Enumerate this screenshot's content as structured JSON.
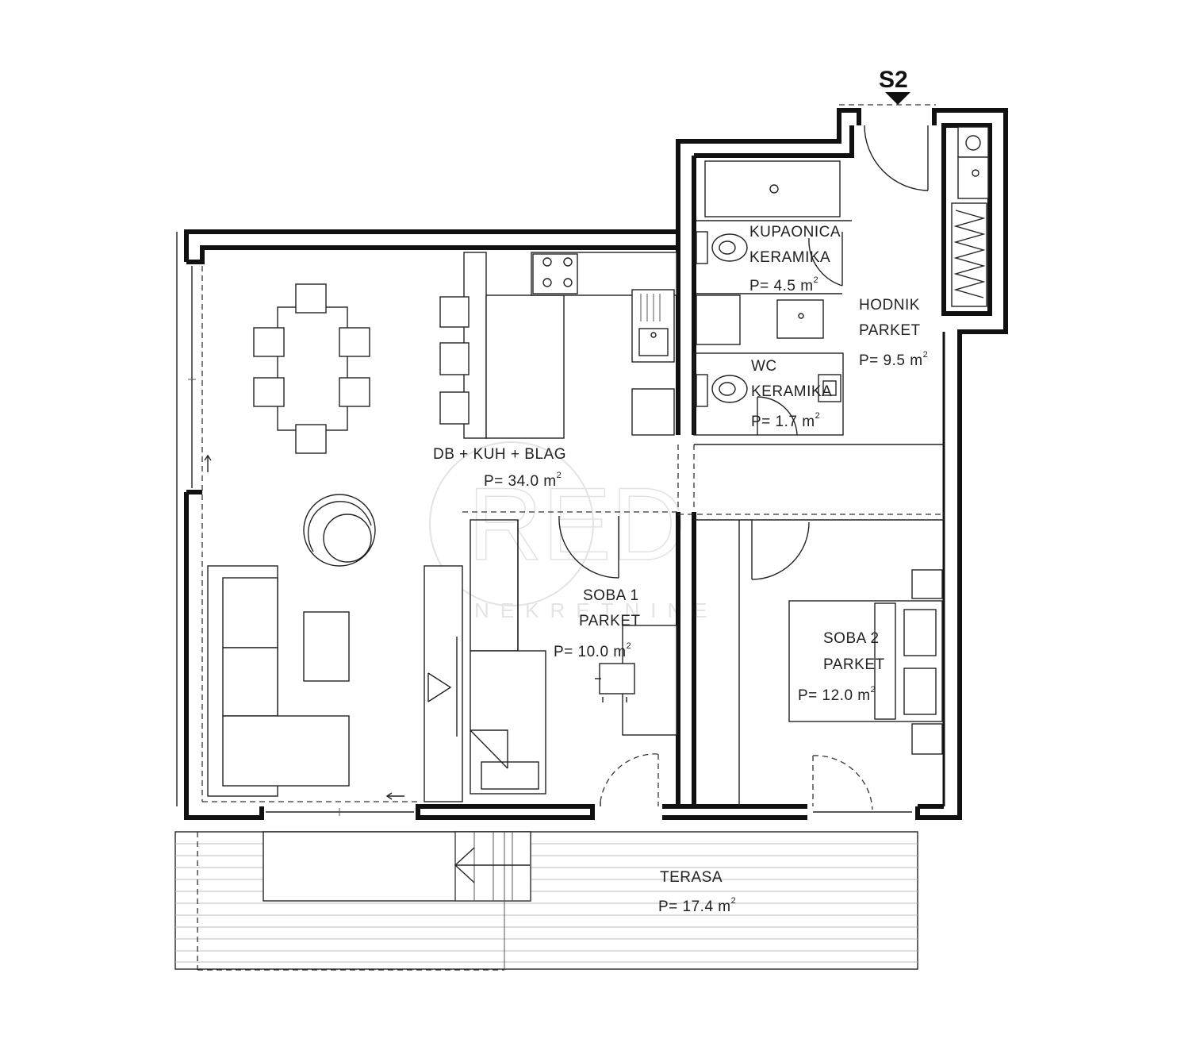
{
  "section_marker": "S2",
  "watermark": {
    "logo": "RED",
    "sub": "NEKRETNINE"
  },
  "rooms": [
    {
      "id": "living",
      "name": "DB + KUH + BLAG",
      "area": "P= 34.0 m",
      "sup": "2"
    },
    {
      "id": "bath",
      "name": "KUPAONICA",
      "floor": "KERAMIKA",
      "area": "P= 4.5 m",
      "sup": "2"
    },
    {
      "id": "hall",
      "name": "HODNIK",
      "floor": "PARKET",
      "area": "P= 9.5 m",
      "sup": "2"
    },
    {
      "id": "wc",
      "name": "WC",
      "floor": "KERAMIKA",
      "area": "P= 1.7 m",
      "sup": "2"
    },
    {
      "id": "room1",
      "name": "SOBA 1",
      "floor": "PARKET",
      "area": "P= 10.0 m",
      "sup": "2"
    },
    {
      "id": "room2",
      "name": "SOBA 2",
      "floor": "PARKET",
      "area": "P= 12.0 m",
      "sup": "2"
    },
    {
      "id": "terrace",
      "name": "TERASA",
      "area": "P= 17.4 m",
      "sup": "2"
    }
  ]
}
